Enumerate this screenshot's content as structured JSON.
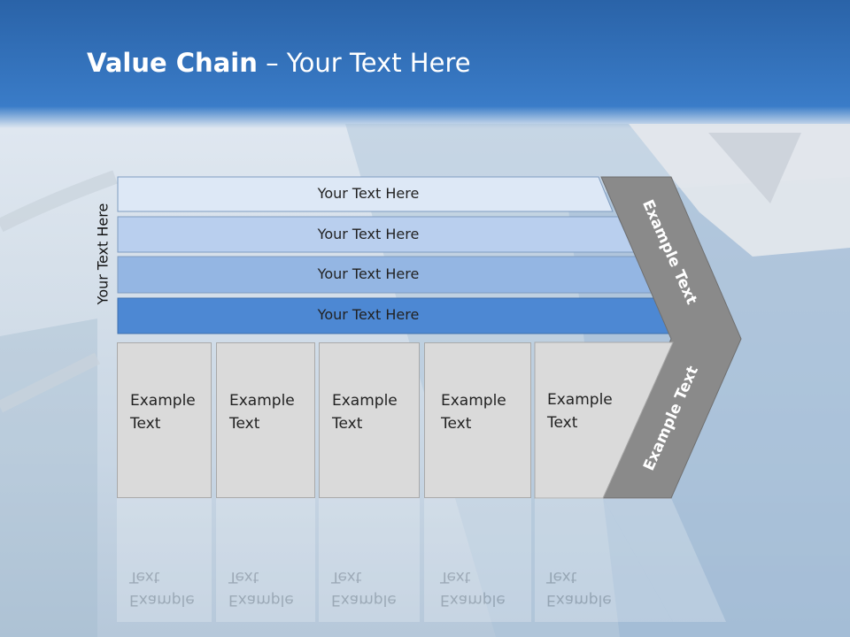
{
  "slide": {
    "title_bold": "Value Chain",
    "title_rest": " – Your Text Here",
    "side_label": "Your Text Here",
    "rows": [
      {
        "label": "Your Text Here",
        "color": "#dde8f6"
      },
      {
        "label": "Your Text Here",
        "color": "#b9cfee"
      },
      {
        "label": "Your Text Here",
        "color": "#94b6e3"
      },
      {
        "label": "Your Text Here",
        "color": "#4d88d3"
      }
    ],
    "boxes": [
      {
        "line1": "Example",
        "line2": "Text"
      },
      {
        "line1": "Example",
        "line2": "Text"
      },
      {
        "line1": "Example",
        "line2": "Text"
      },
      {
        "line1": "Example",
        "line2": "Text"
      },
      {
        "line1": "Example",
        "line2": "Text"
      }
    ],
    "arrow_top_text": "Example Text",
    "arrow_bottom_text": "Example Text",
    "colors": {
      "header": "#2f6fbf",
      "arrow": "#8a8a8a",
      "box": "#dadada"
    }
  }
}
